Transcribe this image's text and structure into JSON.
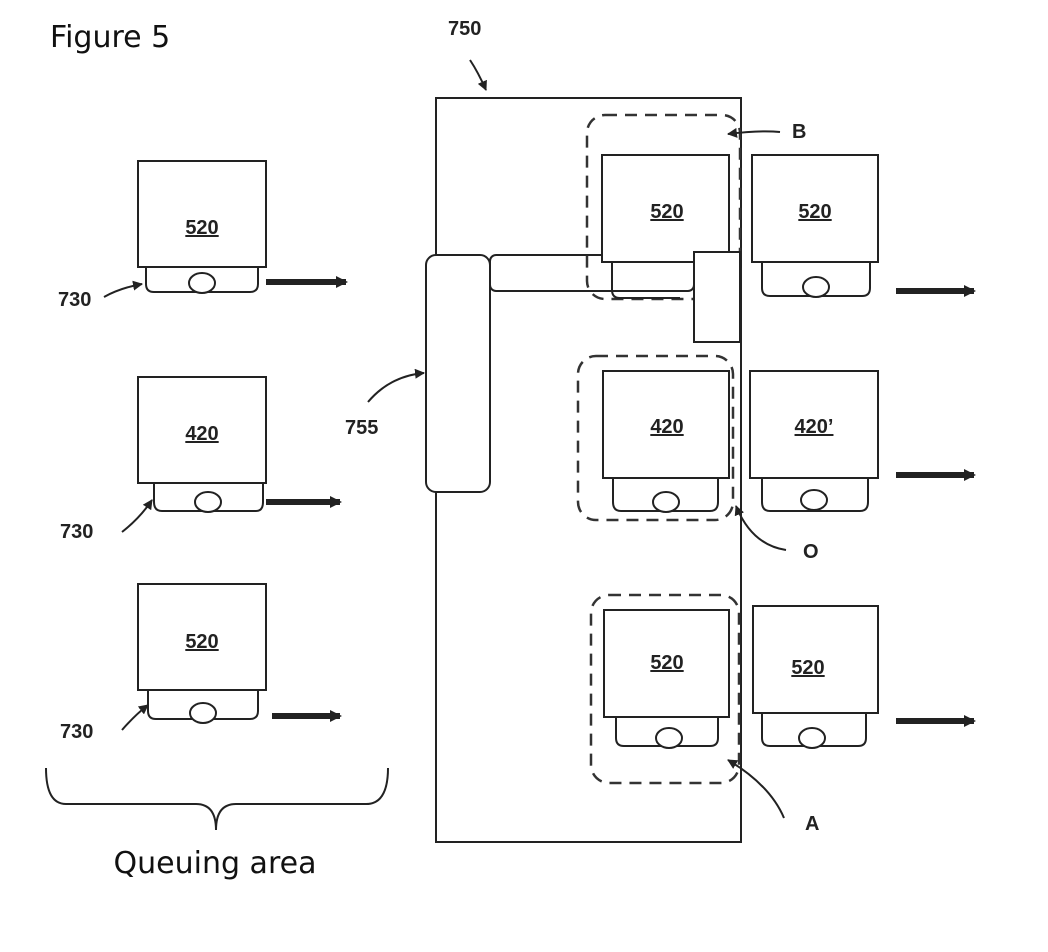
{
  "figure_title": "Figure 5",
  "caption": "Queuing area",
  "refs": {
    "station": "750",
    "arm": "755",
    "robot": "730"
  },
  "queue": [
    {
      "label": "520",
      "ref": "730"
    },
    {
      "label": "420",
      "ref": "730"
    },
    {
      "label": "520",
      "ref": "730"
    }
  ],
  "station_slots": [
    {
      "label": "520",
      "marker": "B"
    },
    {
      "label": "420",
      "marker": "O"
    },
    {
      "label": "520",
      "marker": "A"
    }
  ],
  "outgoing": [
    {
      "label": "520"
    },
    {
      "label": "420’"
    },
    {
      "label": "520"
    }
  ]
}
